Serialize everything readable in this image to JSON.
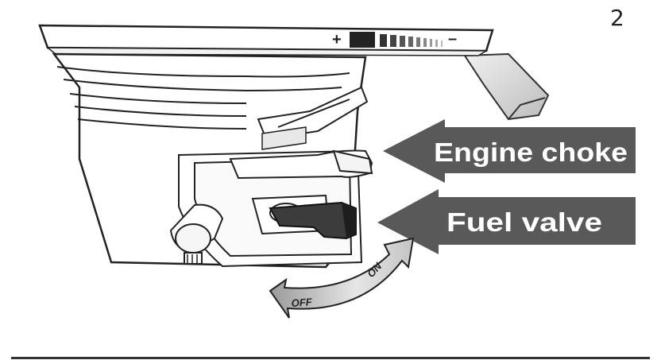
{
  "step_number": "2",
  "throttle": {
    "plus_label": "+",
    "minus_label": "–"
  },
  "callouts": {
    "choke_label": "Engine choke",
    "fuel_label": "Fuel valve"
  },
  "rotation": {
    "off_label": "OFF",
    "on_label": "ON"
  },
  "colors": {
    "callout_fill": "#595959",
    "line": "#222222",
    "knob": "#3c3c3c"
  }
}
